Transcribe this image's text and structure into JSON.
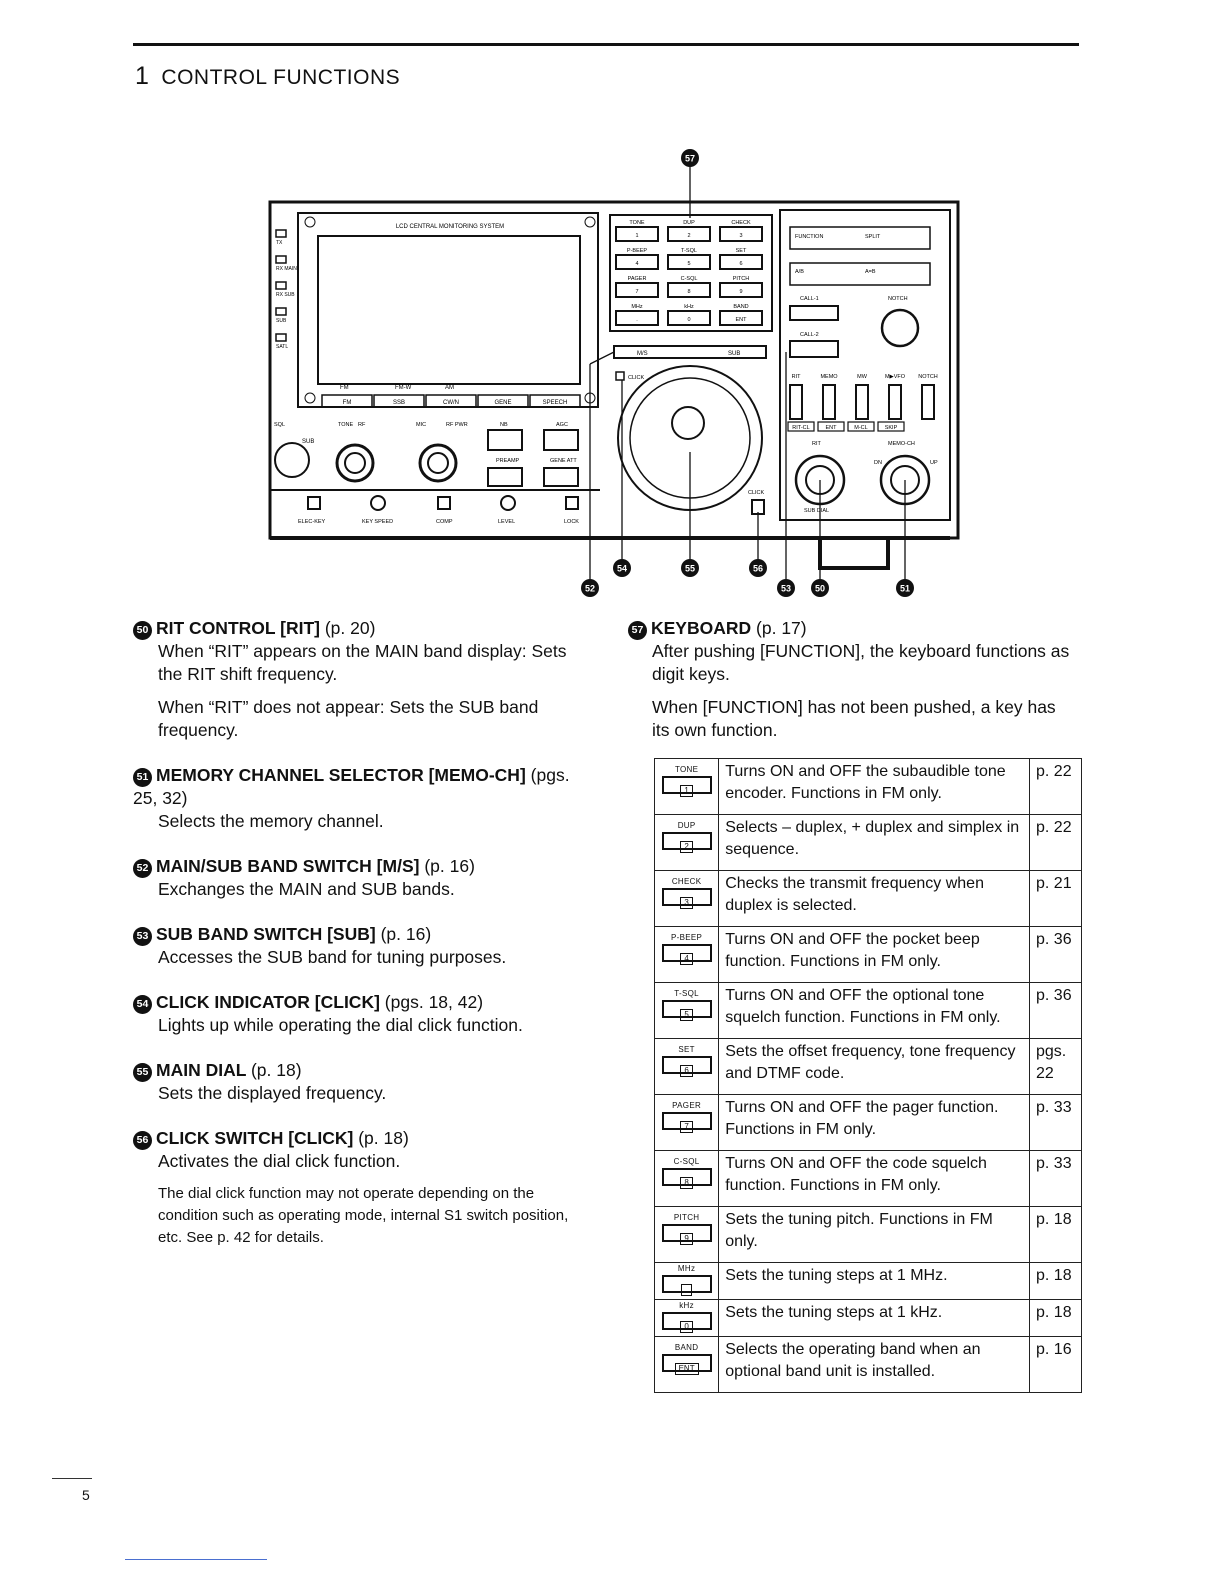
{
  "header": {
    "chapter_number": "1",
    "chapter_title": "CONTROL FUNCTIONS"
  },
  "diagram": {
    "screen_title": "LCD CENTRAL MONITORING SYSTEM",
    "callouts": [
      "57",
      "52",
      "54",
      "55",
      "56",
      "53",
      "50",
      "51"
    ],
    "left_buttons": [
      "TX",
      "RX MAIN",
      "RX SUB",
      "SUB",
      "SATL"
    ],
    "mode_labels": [
      "FM",
      "FM-W",
      "AM"
    ],
    "mode_buttons": [
      "FM",
      "SSB",
      "CW/N",
      "GENE",
      "SPEECH"
    ],
    "knob_labels": [
      "SQL",
      "TONE",
      "RF",
      "MIC",
      "RF PWR",
      "NB",
      "AGC",
      "PREAMP",
      "GENE ATT"
    ],
    "sub_label": "SUB",
    "bottom_buttons": [
      "ELEC-KEY",
      "KEY SPEED",
      "COMP",
      "LEVEL",
      "LOCK"
    ],
    "keypad": [
      {
        "label": "TONE",
        "key": "1"
      },
      {
        "label": "DUP",
        "key": "2"
      },
      {
        "label": "CHECK",
        "key": "3"
      },
      {
        "label": "P-BEEP",
        "key": "4"
      },
      {
        "label": "T-SQL",
        "key": "5"
      },
      {
        "label": "SET",
        "key": "6"
      },
      {
        "label": "PAGER",
        "key": "7"
      },
      {
        "label": "C-SQL",
        "key": "8"
      },
      {
        "label": "PITCH",
        "key": "9"
      },
      {
        "label": "MHz",
        "key": "."
      },
      {
        "label": "kHz",
        "key": "0"
      },
      {
        "label": "BAND",
        "key": "ENT"
      }
    ],
    "ms_label": "M/S",
    "sub_button": "SUB",
    "click_labels": [
      "CLICK",
      "CLICK"
    ],
    "right_labels": [
      "FUNCTION",
      "SPLIT",
      "A/B",
      "A=B",
      "CALL-1",
      "NOTCH",
      "CALL-2"
    ],
    "right_row": [
      "RIT",
      "MEMO",
      "MW",
      "M▶VFO",
      "NOTCH"
    ],
    "right_row2": [
      "RIT-CL",
      "ENT",
      "M-CL",
      "SKIP"
    ],
    "dial_labels": [
      "RIT",
      "MEMO-CH",
      "DN",
      "UP",
      "SUB DIAL"
    ]
  },
  "left_sections": [
    {
      "num": "50",
      "title": "RIT CONTROL [RIT]",
      "ref": "(p. 20)",
      "paras": [
        "When “RIT” appears on the MAIN band display: Sets the RIT shift frequency.",
        "When “RIT” does not appear: Sets the SUB band frequency."
      ]
    },
    {
      "num": "51",
      "title": "MEMORY CHANNEL SELECTOR [MEMO-CH]",
      "ref": "(pgs. 25, 32)",
      "paras": [
        "Selects the memory channel."
      ]
    },
    {
      "num": "52",
      "title": "MAIN/SUB BAND SWITCH [M/S]",
      "ref": "(p. 16)",
      "paras": [
        "Exchanges the MAIN and SUB bands."
      ]
    },
    {
      "num": "53",
      "title": "SUB BAND SWITCH [SUB]",
      "ref": "(p. 16)",
      "paras": [
        "Accesses the SUB band for tuning purposes."
      ]
    },
    {
      "num": "54",
      "title": "CLICK INDICATOR [CLICK]",
      "ref": "(pgs. 18, 42)",
      "paras": [
        "Lights up while operating the dial click function."
      ]
    },
    {
      "num": "55",
      "title": "MAIN DIAL",
      "ref": "(p. 18)",
      "paras": [
        "Sets the displayed frequency."
      ]
    },
    {
      "num": "56",
      "title": "CLICK SWITCH [CLICK]",
      "ref": "(p. 18)",
      "paras": [
        "Activates the dial click function."
      ],
      "note": "The dial click function may not operate depending on the condition such as operating mode, internal S1 switch position, etc. See p. 42 for details."
    }
  ],
  "keyboard": {
    "num": "57",
    "title": "KEYBOARD",
    "ref": "(p. 17)",
    "paras": [
      "After pushing [FUNCTION], the keyboard functions as digit keys.",
      "When [FUNCTION] has not been pushed, a key has its own function."
    ],
    "rows": [
      {
        "label": "TONE",
        "key": "1",
        "desc": "Turns ON and OFF the subaudible tone encoder. Functions in FM only.",
        "page": "p. 22"
      },
      {
        "label": "DUP",
        "key": "2",
        "desc": "Selects – duplex, + duplex and simplex in sequence.",
        "page": "p. 22"
      },
      {
        "label": "CHECK",
        "key": "3",
        "desc": "Checks the transmit frequency when duplex is selected.",
        "page": "p. 21"
      },
      {
        "label": "P-BEEP",
        "key": "4",
        "desc": "Turns ON and OFF the pocket beep function. Functions in FM only.",
        "page": "p. 36"
      },
      {
        "label": "T-SQL",
        "key": "5",
        "desc": "Turns ON and OFF the optional tone squelch function. Functions in FM only.",
        "page": "p. 36"
      },
      {
        "label": "SET",
        "key": "6",
        "desc": "Sets the offset frequency, tone frequency and DTMF code.",
        "page": "pgs. 22"
      },
      {
        "label": "PAGER",
        "key": "7",
        "desc": "Turns ON and OFF the pager function. Functions in FM only.",
        "page": "p. 33"
      },
      {
        "label": "C-SQL",
        "key": "8",
        "desc": "Turns ON and OFF the code squelch function. Functions in FM only.",
        "page": "p. 33"
      },
      {
        "label": "PITCH",
        "key": "9",
        "desc": "Sets the tuning pitch. Functions in FM only.",
        "page": "p. 18"
      },
      {
        "label": "MHz",
        "key": ".",
        "desc": "Sets the tuning steps at 1 MHz.",
        "page": "p. 18"
      },
      {
        "label": "kHz",
        "key": "0",
        "desc": "Sets the tuning steps at 1 kHz.",
        "page": "p. 18"
      },
      {
        "label": "BAND",
        "key": "ENT",
        "desc": "Selects the operating band when an optional band unit is installed.",
        "page": "p. 16"
      }
    ]
  },
  "footer": {
    "page_number": "5"
  }
}
